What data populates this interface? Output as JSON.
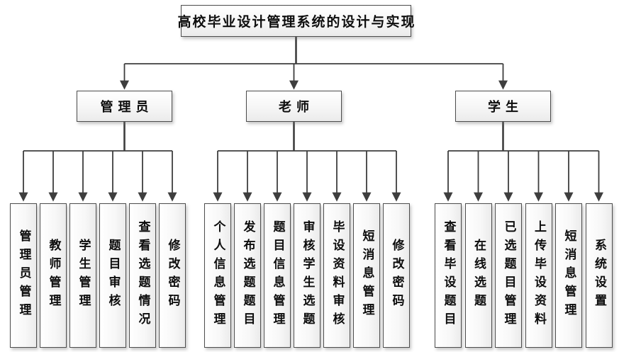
{
  "title": "高校毕业设计管理系统的设计与实现",
  "groups": [
    {
      "label": "管理员",
      "children": [
        "管理员管理",
        "教师管理",
        "学生管理",
        "题目审核",
        "查看选题情况",
        "修改密码"
      ]
    },
    {
      "label": "老师",
      "children": [
        "个人信息管理",
        "发布选题题目",
        "题目信息管理",
        "审核学生选题",
        "毕设资料审核",
        "短消息管理",
        "修改密码"
      ]
    },
    {
      "label": "学生",
      "children": [
        "查看毕设题目",
        "在线选题",
        "已选题目管理",
        "上传毕设资料",
        "短消息管理",
        "系统设置"
      ]
    }
  ],
  "colors": {
    "line": "#3e3e3e",
    "box_border": "#4d4d4d",
    "box_fill": "#f0f0f0",
    "text": "#0d0d0d",
    "background": "#ffffff"
  }
}
